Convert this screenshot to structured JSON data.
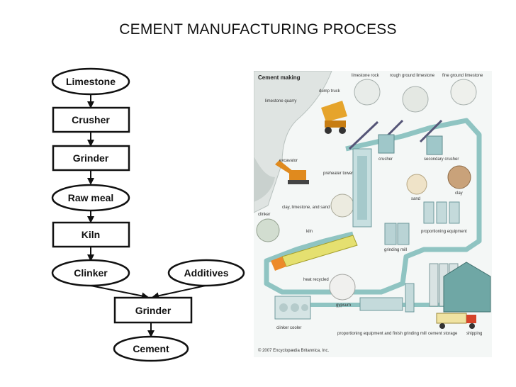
{
  "title": "CEMENT MANUFACTURING PROCESS",
  "flowchart": {
    "nodes": {
      "limestone": "Limestone",
      "crusher": "Crusher",
      "grinder1": "Grinder",
      "raw_meal": "Raw meal",
      "kiln": "Kiln",
      "clinker": "Clinker",
      "additives": "Additives",
      "grinder2": "Grinder",
      "cement": "Cement"
    }
  },
  "illustration": {
    "title": "Cement making",
    "labels": {
      "limestone_quarry": "limestone quarry",
      "dump_truck": "dump truck",
      "excavator": "excavator",
      "limestone_rock": "limestone rock",
      "rough_ground": "rough ground limestone",
      "fine_ground": "fine ground limestone",
      "crusher": "crusher",
      "secondary_crusher": "secondary crusher",
      "preheater_tower": "preheater tower",
      "sand": "sand",
      "clay": "clay",
      "clay_limestone_sand": "clay, limestone, and sand",
      "clinker": "clinker",
      "kiln": "kiln",
      "proportioning_equipment": "proportioning equipment",
      "grinding_mill": "grinding mill",
      "heat_recycled": "heat recycled",
      "gypsum": "gypsum",
      "clinker_cooler": "clinker cooler",
      "proportioning_finish": "proportioning equipment and finish grinding mill",
      "cement_storage": "cement storage",
      "shipping": "shipping",
      "copyright": "© 2007 Encyclopædia Britannica, Inc."
    }
  }
}
